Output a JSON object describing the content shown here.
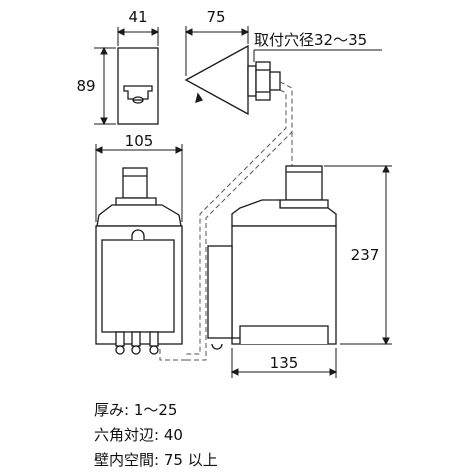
{
  "dimensions": {
    "fixture_width": "41",
    "fixture_height": "89",
    "nozzle_width": "75",
    "mounting_hole": "取付穴径32～35",
    "left_unit_width": "105",
    "right_unit_height": "237",
    "right_unit_width": "135"
  },
  "specs": [
    {
      "label": "厚み",
      "separator": ": ",
      "value": "1～25"
    },
    {
      "label": "六角対辺",
      "separator": ": ",
      "value": "40"
    },
    {
      "label": "壁内空間",
      "separator": ": ",
      "value": "75 以上"
    }
  ],
  "colors": {
    "line": "#1a1a1a",
    "body_fill": "#ffffff",
    "hidden_line": "#555555"
  }
}
